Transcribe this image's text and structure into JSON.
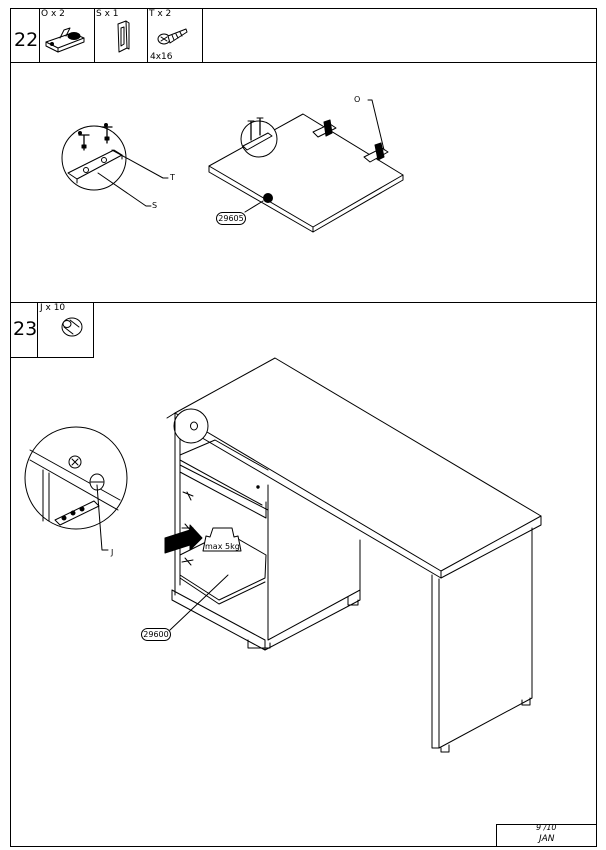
{
  "step22": {
    "number": "22",
    "parts": [
      {
        "qty": "O x 2"
      },
      {
        "qty": "S x 1"
      },
      {
        "qty": "T x 2",
        "size": "4x16"
      }
    ],
    "callouts": {
      "o": "O",
      "t": "T",
      "s": "S"
    },
    "part_code": "29605"
  },
  "step23": {
    "number": "23",
    "parts": [
      {
        "qty": "J x 10"
      }
    ],
    "callouts": {
      "j": "J"
    },
    "part_code": "29600",
    "load_label": "max 5kg"
  },
  "footer": {
    "page": "9 /10",
    "product": "JAN"
  }
}
